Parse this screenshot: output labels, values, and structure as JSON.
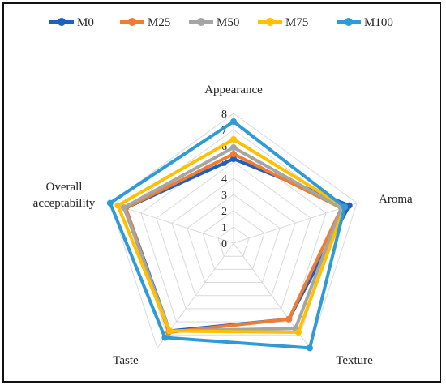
{
  "chart_data": {
    "type": "radar",
    "title": "",
    "axes": [
      "Appearance",
      "Aroma",
      "Texture",
      "Taste",
      "Overall acceptability"
    ],
    "axis_label_lines": [
      [
        "Appearance"
      ],
      [
        "Aroma"
      ],
      [
        "Texture"
      ],
      [
        "Taste"
      ],
      [
        "Overall",
        "acceptability"
      ]
    ],
    "rlim": [
      0,
      8
    ],
    "ticks": [
      "0",
      "1",
      "2",
      "3",
      "4",
      "5",
      "6",
      "7",
      "8"
    ],
    "grid": true,
    "legend_position": "top",
    "series": [
      {
        "name": "M0",
        "color": "#1f5fbf",
        "values": [
          5.2,
          7.5,
          5.8,
          6.7,
          7.0
        ]
      },
      {
        "name": "M25",
        "color": "#ed7d31",
        "values": [
          5.5,
          7.0,
          5.8,
          6.8,
          7.0
        ]
      },
      {
        "name": "M50",
        "color": "#a5a5a5",
        "values": [
          5.9,
          7.0,
          6.5,
          6.7,
          7.1
        ]
      },
      {
        "name": "M75",
        "color": "#ffc000",
        "values": [
          6.4,
          7.2,
          6.8,
          6.7,
          7.5
        ]
      },
      {
        "name": "M100",
        "color": "#2e9bd6",
        "values": [
          7.5,
          7.2,
          8.0,
          7.2,
          8.0
        ]
      }
    ]
  }
}
